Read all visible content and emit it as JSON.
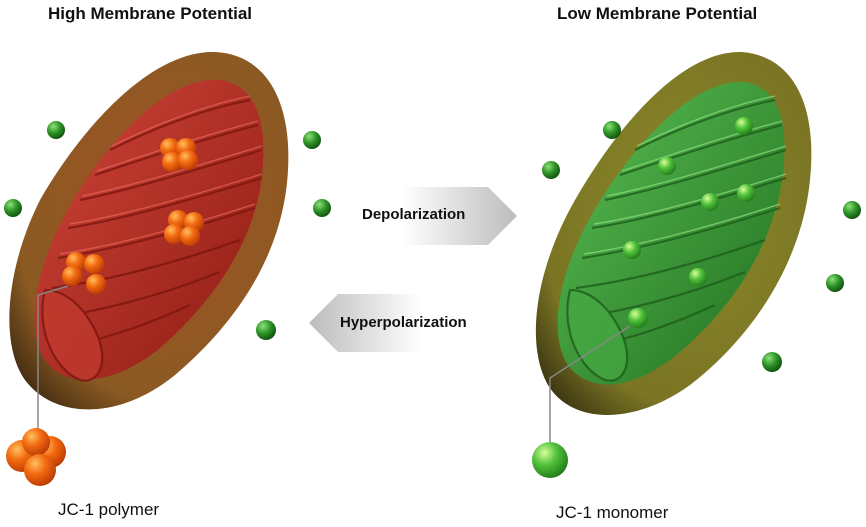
{
  "titles": {
    "left": "High Membrane Potential",
    "right": "Low Membrane Potential"
  },
  "arrows": {
    "forward": "Depolarization",
    "reverse": "Hyperpolarization"
  },
  "captions": {
    "left": "JC-1 polymer",
    "right": "JC-1 monomer"
  },
  "colors": {
    "polymer_orange": "#f06010",
    "monomer_green": "#3aa835",
    "outside_green": "#1d7a1a",
    "left_cristae": "#b5281e",
    "right_cristae": "#3e9a3a",
    "left_membrane": "#7a4a1c",
    "right_membrane": "#8a8a24",
    "arrow_fill": "#cfcfcf"
  }
}
